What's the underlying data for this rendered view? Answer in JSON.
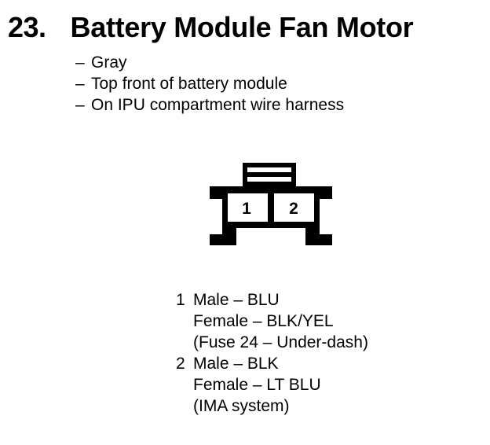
{
  "title": {
    "number": "23.",
    "name": "Battery Module Fan Motor"
  },
  "attributes": [
    {
      "dash": "–",
      "text": "Gray"
    },
    {
      "dash": "–",
      "text": "Top front of battery module"
    },
    {
      "dash": "–",
      "text": "On IPU compartment wire harness"
    }
  ],
  "connector": {
    "pins": [
      {
        "label": "1"
      },
      {
        "label": "2"
      }
    ],
    "outline_color": "#000000",
    "fill_color": "#ffffff"
  },
  "legend": [
    {
      "pin": "1",
      "lines": [
        "Male – BLU",
        "Female – BLK/YEL",
        "(Fuse 24 – Under-dash)"
      ]
    },
    {
      "pin": "2",
      "lines": [
        "Male – BLK",
        "Female – LT BLU",
        "(IMA system)"
      ]
    }
  ]
}
